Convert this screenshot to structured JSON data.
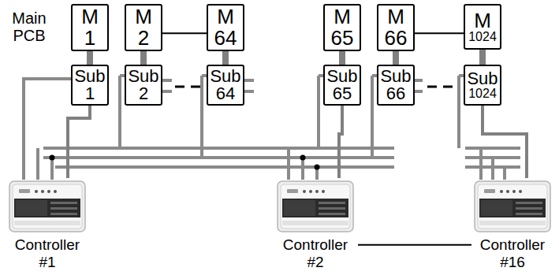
{
  "diagram": {
    "nodes": [
      {
        "text": [
          "M",
          "1"
        ]
      },
      {
        "text": [
          "M",
          "2"
        ]
      },
      {
        "text": [
          "M",
          "64"
        ]
      },
      {
        "text": [
          "M",
          "65"
        ]
      },
      {
        "text": [
          "M",
          "66"
        ]
      },
      {
        "text": [
          "M",
          "1024"
        ]
      },
      {
        "text": [
          "Sub",
          "1"
        ]
      },
      {
        "text": [
          "Sub",
          "2"
        ]
      },
      {
        "text": [
          "Sub",
          "64"
        ]
      },
      {
        "text": [
          "Sub",
          "65"
        ]
      },
      {
        "text": [
          "Sub",
          "66"
        ]
      },
      {
        "text": [
          "Sub",
          "1024"
        ]
      },
      {
        "text": [
          "Controller",
          "#1"
        ]
      },
      {
        "text": [
          "Controller",
          "#2"
        ]
      },
      {
        "text": [
          "Controller",
          "#16"
        ]
      }
    ],
    "edges": [
      {
        "from": 0,
        "to": 6,
        "arrow": "none"
      },
      {
        "from": 1,
        "to": 7,
        "arrow": "none"
      },
      {
        "from": 2,
        "to": 8,
        "arrow": "none"
      },
      {
        "from": 3,
        "to": 9,
        "arrow": "none"
      },
      {
        "from": 4,
        "to": 10,
        "arrow": "none"
      },
      {
        "from": 5,
        "to": 11,
        "arrow": "none"
      },
      {
        "from": 1,
        "to": 2,
        "arrow": "none"
      },
      {
        "from": 4,
        "to": 5,
        "arrow": "none"
      },
      {
        "from": 13,
        "to": 14,
        "arrow": "none"
      },
      {
        "from": 12,
        "to": 6,
        "arrow": "none"
      },
      {
        "from": 13,
        "to": 9,
        "arrow": "none"
      },
      {
        "from": 14,
        "to": 11,
        "arrow": "none"
      }
    ],
    "labels": [
      "Main PCB"
    ]
  }
}
